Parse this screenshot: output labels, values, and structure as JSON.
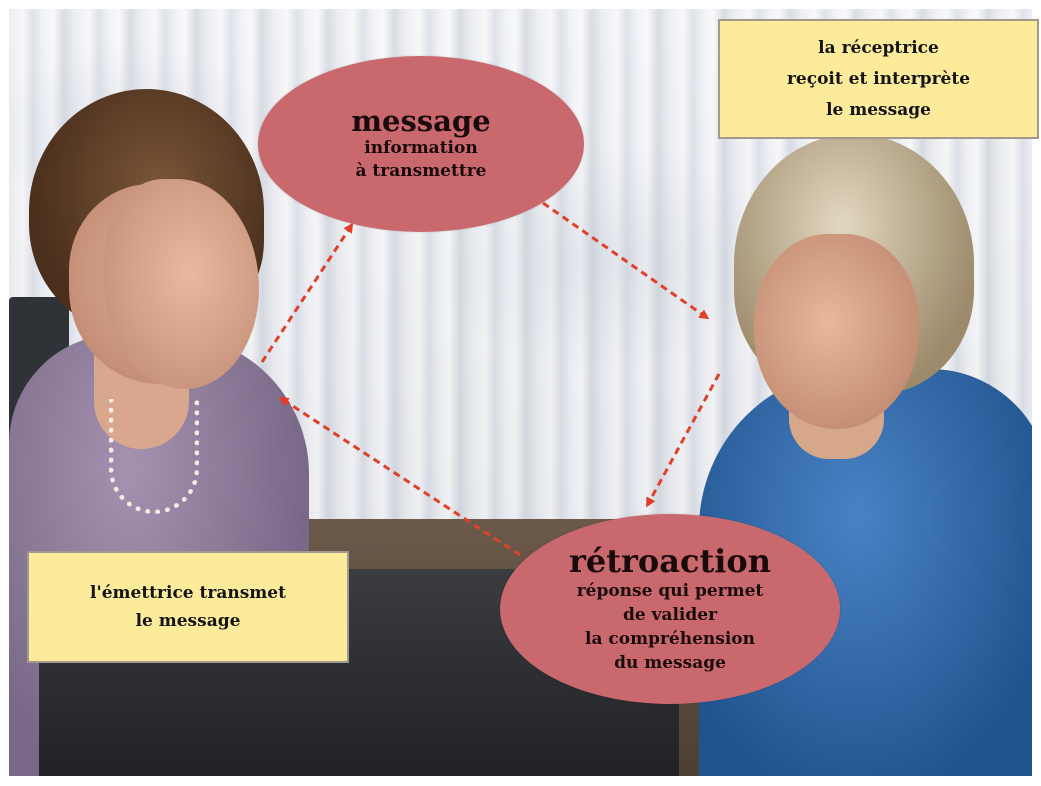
{
  "diagram": {
    "message_node": {
      "title": "message",
      "lines": [
        "information",
        "à transmettre"
      ]
    },
    "feedback_node": {
      "title": "rétroaction",
      "lines": [
        "réponse qui permet",
        "de valider",
        "la compréhension",
        "du message"
      ]
    },
    "receiver_box": {
      "lines": [
        "la réceptrice",
        "reçoit et interprète",
        "le message"
      ]
    },
    "sender_box": {
      "lines": [
        "l'émettrice transmet",
        "le message"
      ]
    }
  },
  "colors": {
    "ellipse_fill": "#c9686d",
    "box_fill": "#fbeb9b",
    "arrow": "#e0402a"
  }
}
